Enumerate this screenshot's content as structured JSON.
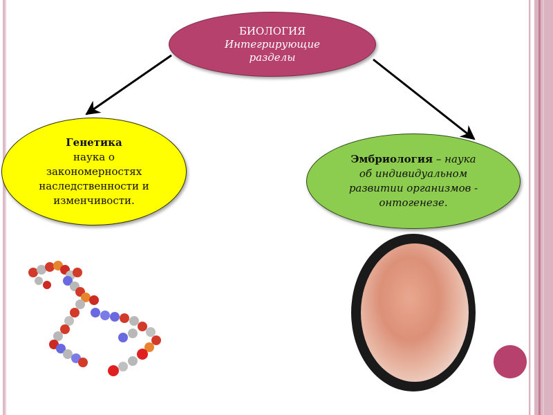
{
  "slide": {
    "root": {
      "title": "БИОЛОГИЯ",
      "subtitle_line1": "Интегрирующие",
      "subtitle_line2": "разделы",
      "color": "#b5416c"
    },
    "genetics": {
      "title": "Генетика",
      "lines": [
        "наука о",
        "закономерностях",
        "наследственности и",
        "изменчивости."
      ],
      "color": "#ffff00"
    },
    "embryology": {
      "title": "Эмбриология",
      "dash": " – ",
      "line1_rest": "наука",
      "lines": [
        "об индивидуальном",
        "развитии организмов -",
        "онтогенезе."
      ],
      "color": "#8ccc4e"
    },
    "images": {
      "dna": "dna-molecule-image",
      "embryo": "embryo-image"
    },
    "decor": {
      "accent_dot_color": "#b5416c",
      "border_color": "#dcb3c0"
    }
  }
}
